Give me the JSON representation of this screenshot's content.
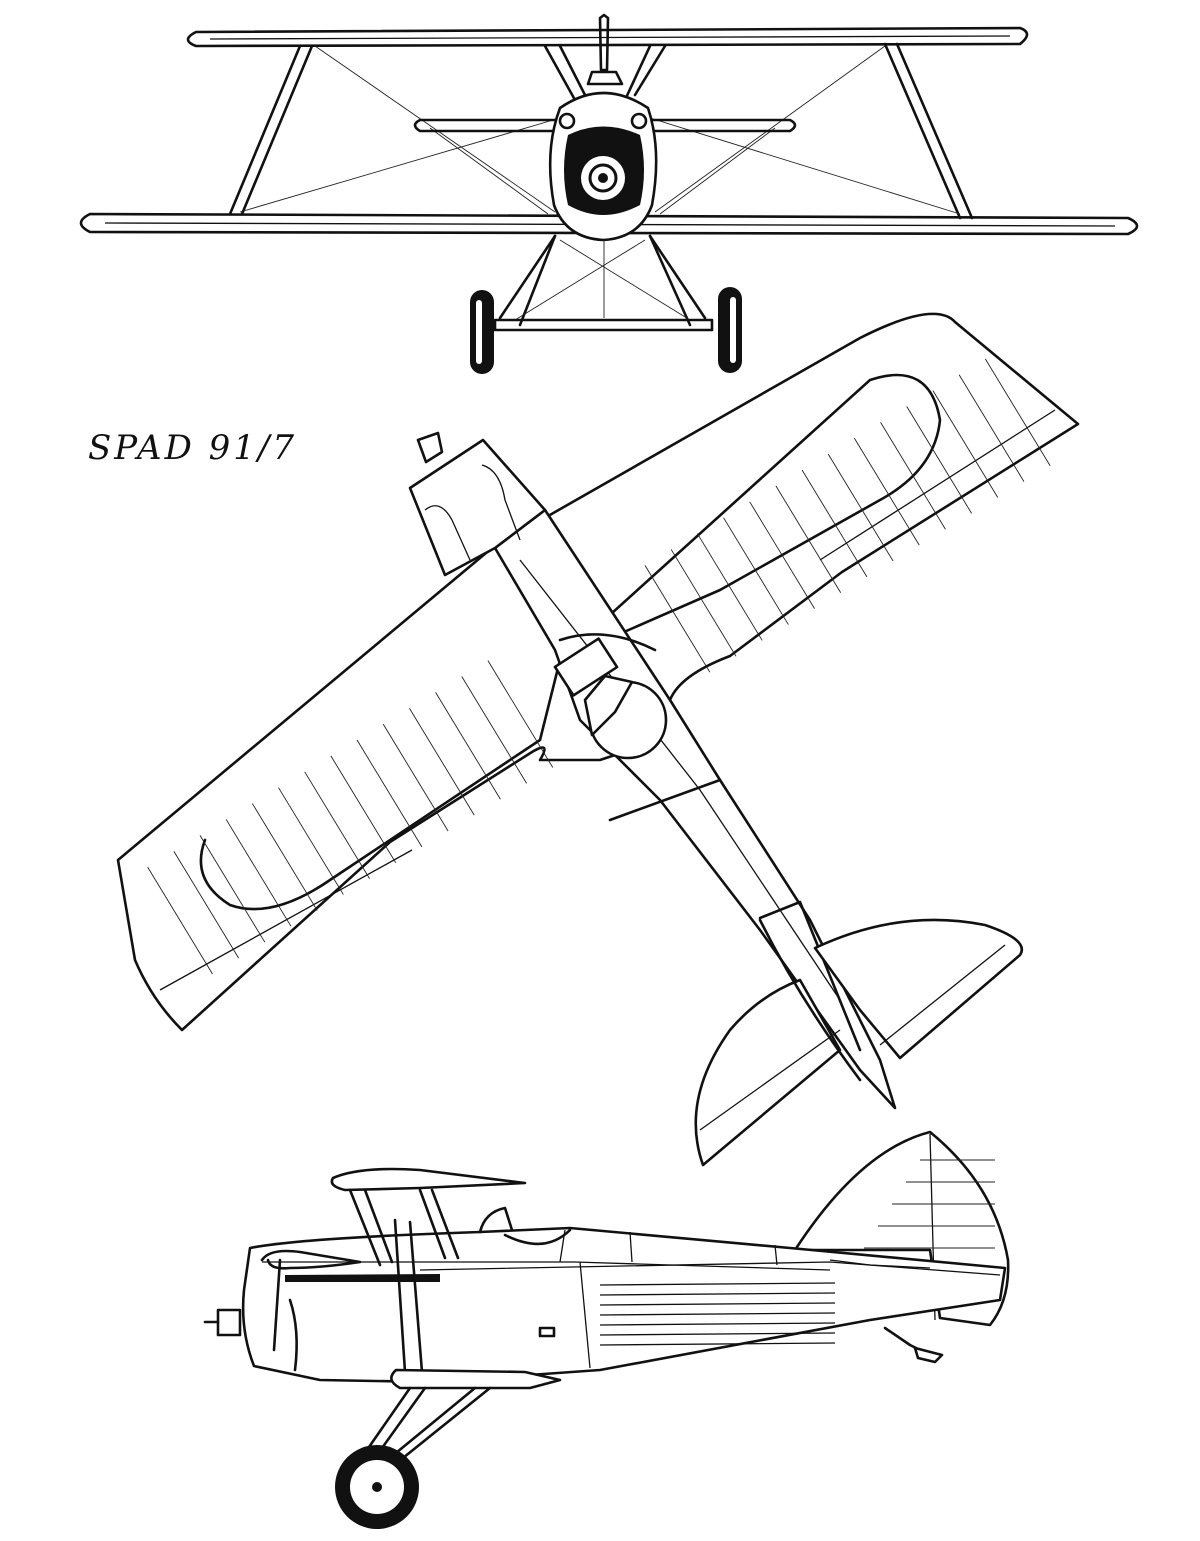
{
  "caption": {
    "text": "SPAD 91/7"
  },
  "views": [
    {
      "id": "front",
      "rib_count": 0
    },
    {
      "id": "top",
      "rib_count": 34
    },
    {
      "id": "side",
      "rib_count": 7
    }
  ],
  "colors": {
    "ink": "#111111",
    "paper": "#ffffff"
  }
}
